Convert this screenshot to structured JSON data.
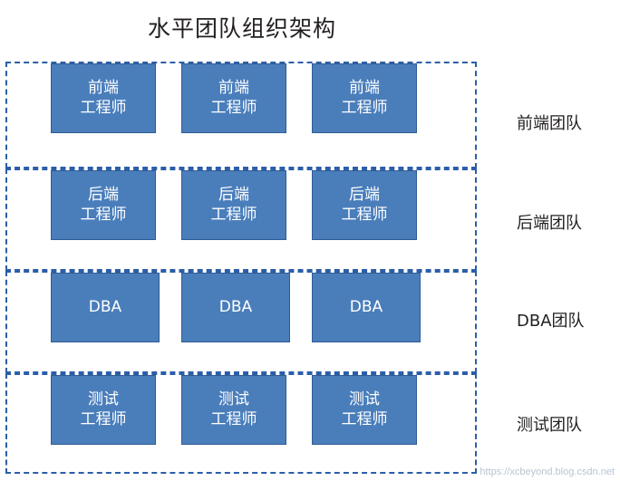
{
  "title": "水平团队组织架构",
  "watermark": "https://xcbeyond.blog.csdn.net",
  "colors": {
    "node_fill": "#4a7ebb",
    "node_border": "#2f5c94",
    "group_border": "#2b5ea8",
    "text": "#231f20",
    "node_text": "#ffffff"
  },
  "rows": [
    {
      "label": "前端团队",
      "nodes": [
        {
          "line1": "前端",
          "line2": "工程师"
        },
        {
          "line1": "前端",
          "line2": "工程师"
        },
        {
          "line1": "前端",
          "line2": "工程师"
        }
      ]
    },
    {
      "label": "后端团队",
      "nodes": [
        {
          "line1": "后端",
          "line2": "工程师"
        },
        {
          "line1": "后端",
          "line2": "工程师"
        },
        {
          "line1": "后端",
          "line2": "工程师"
        }
      ]
    },
    {
      "label": "DBA团队",
      "nodes": [
        {
          "line1": "DBA",
          "line2": ""
        },
        {
          "line1": "DBA",
          "line2": ""
        },
        {
          "line1": "DBA",
          "line2": ""
        }
      ]
    },
    {
      "label": "测试团队",
      "nodes": [
        {
          "line1": "测试",
          "line2": "工程师"
        },
        {
          "line1": "测试",
          "line2": "工程师"
        },
        {
          "line1": "测试",
          "line2": "工程师"
        }
      ]
    }
  ]
}
